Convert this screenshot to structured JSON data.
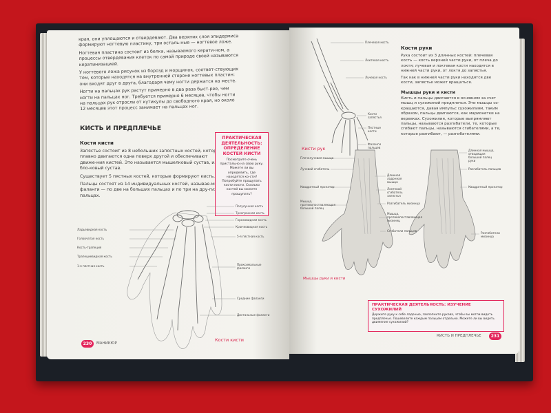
{
  "left_page": {
    "intro_paragraphs": [
      "края, они уплощаются и отвердевают. Два верхних слоя эпидермиса формируют ногтевую пластину, три осталь-ные — ногтевое ложе.",
      "Ногтевая пластина состоит из белка, называемого керати-ном, а процессы отвердевания клеток по самой природе своей называются кератинизацией.",
      "У ногтевого ложа рисунок из борозд и морщинок, соответ-ствующих тем, которые находятся на внутренней стороне ногтевых пластин: они входят друг в друга, благодаря чему ногти держатся на месте.",
      "Ногти на пальцах рук растут примерно в два раза быст-рее, чем ногти на пальцах ног. Требуется примерно 6 месяцев, чтобы ногти на пальцах рук отросли от кутикулы до свободного края, но около 12 месяцев этот процесс занимает на пальцах ног."
    ],
    "section_title": "КИСТЬ И ПРЕДПЛЕЧЬЕ",
    "subsection_title": "Кости кисти",
    "paragraphs": [
      "Запястье состоит из 8 небольших запястных костей, которые плавно двигаются одна поверх другой и обеспечивают движе-ния кистей. Это называется мышелковый сустав, или бло-ковый сустав.",
      "Существует 5 пястных костей, которые формируют кисть.",
      "Пальцы состоят из 14 индивидуальных костей, называе-мых фаланги — по две на больших пальцах и по три на дру-гих пальцах."
    ],
    "practice": {
      "title": "ПРАКТИЧЕСКАЯ ДЕЯТЕЛЬНОСТЬ: ОПРЕДЕЛЕНИЕ КОСТЕЙ КИСТИ",
      "text": "Посмотрите очень пристально на свою руку. Можете ли вы определить, где находятся ко-сти? Попробуйте прощупать кости кисти. Сколько костей вы можете прощупать?"
    },
    "diagram_labels_left": [
      "Ладьевидная кость",
      "Головчатая кость",
      "Кость-трапеция",
      "Трапециевидная кость",
      "1-я пястная кость"
    ],
    "diagram_labels_right": [
      "Полулунная кость",
      "Трехгранная кость",
      "Гороховидная кость",
      "Крючковидная кость",
      "5-я пястная кость",
      "Проксимальные фаланги",
      "Средние фаланги",
      "Дистальные фаланги"
    ],
    "caption": "Кости кисти",
    "page_number": "230",
    "running_head": "МАНИКЮР"
  },
  "right_page": {
    "arm_labels": [
      "Плечевая кость",
      "Локтевая кость",
      "Лучевая кость",
      "Кости запястья",
      "Пястные кости",
      "Фаланги пальцев"
    ],
    "arm_title": "Кости руки",
    "arm_text": "Рука состоит из 3 длинных костей: плечевая кость — кость верхней части руки, от плеча до локтя; лучевая и локтевая кости находятся в нижней части руки, от локтя до запястья.",
    "arm_text2": "Так как в нижней части руки находятся две кости, запястье может вращаться.",
    "muscles_title": "Мышцы руки и кисти",
    "muscles_text": "Кисть и пальцы двигаются в основном за счет мышц и сухожилий предплечья. Эти мышцы со-кращаются, давая импульс сухожилиям, таким образом, пальцы двигаются, как марионетки на веревках. Сухожилия, которые выпрямляют пальцы, называются разгибатели, те, которые сгибают пальцы, называются сгибателями, а те, которые разгибают, — разгибателями.",
    "kisti_title": "Кисти рук",
    "muscle_labels_left": [
      "Плечелучевая мышца",
      "Лучевой сгибатель",
      "Квадратный пронатор",
      "Мышца, противопоставляющая большой палец",
      "Длинная ладонная мышца",
      "Локтевой сгибатель запястья",
      "Разгибатель мизинца",
      "Мышца, противопоставляющая мизинец",
      "Сгибатели пальцев"
    ],
    "muscle_labels_right": [
      "Длинная мышца, отводящая большой палец руки",
      "Разгибатель пальцев",
      "Квадратный пронатор",
      "Разгибатели мизинца"
    ],
    "muscles_caption": "Мышцы руки и кисти",
    "practice": {
      "title": "ПРАКТИЧЕСКАЯ ДЕЯТЕЛЬНОСТЬ: ИЗУЧЕНИЕ СУХОЖИЛИЙ",
      "text": "Держите руку к себе ладонью, захлопните рукава, чтобы вы могли видеть предплечье. Пошевелите каждым пальцем отдельно. Можете ли вы видеть движение сухожилий?"
    },
    "running_head": "КИСТЬ И ПРЕДПЛЕЧЬЕ",
    "page_number": "231"
  },
  "colors": {
    "accent": "#e3265b",
    "background": "#c4161c",
    "cover": "#1b1f26"
  }
}
